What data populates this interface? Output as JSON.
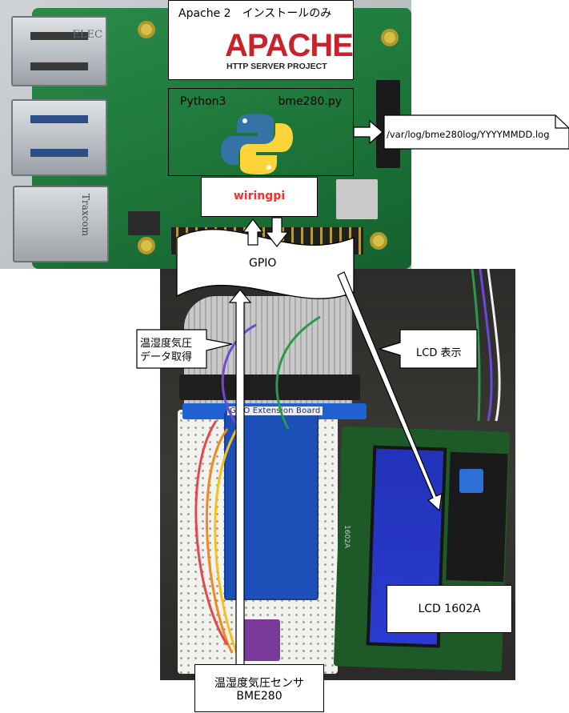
{
  "apache": {
    "title": "Apache 2　インストールのみ",
    "logo_word": "APACHE",
    "logo_sub": "HTTP SERVER PROJECT",
    "color_red": "#c8232c"
  },
  "python": {
    "title": "Python3",
    "file": "bme280.py",
    "logo_colors": [
      "#3572a5",
      "#ffd43b"
    ]
  },
  "wiringpi": {
    "label": "wiringpi",
    "color": "#ff2a2a"
  },
  "gpio": {
    "label": "GPIO"
  },
  "log": {
    "path": "/var/log/bme280log/YYYYMMDD.log"
  },
  "callouts": {
    "lcd_display": "LCD 表示",
    "sensor_read_line1": "温湿度気圧",
    "sensor_read_line2": "データ取得"
  },
  "lcd_box": {
    "label": "LCD 1602A"
  },
  "sensor_box": {
    "line1": "温湿度気圧センサ",
    "line2": "BME280"
  },
  "photo": {
    "board_text_1": "ELEC",
    "board_text_2": "Traxcom",
    "ext_board_label": "GPIO Extension Board",
    "lcd_chip_label": "1602A"
  }
}
